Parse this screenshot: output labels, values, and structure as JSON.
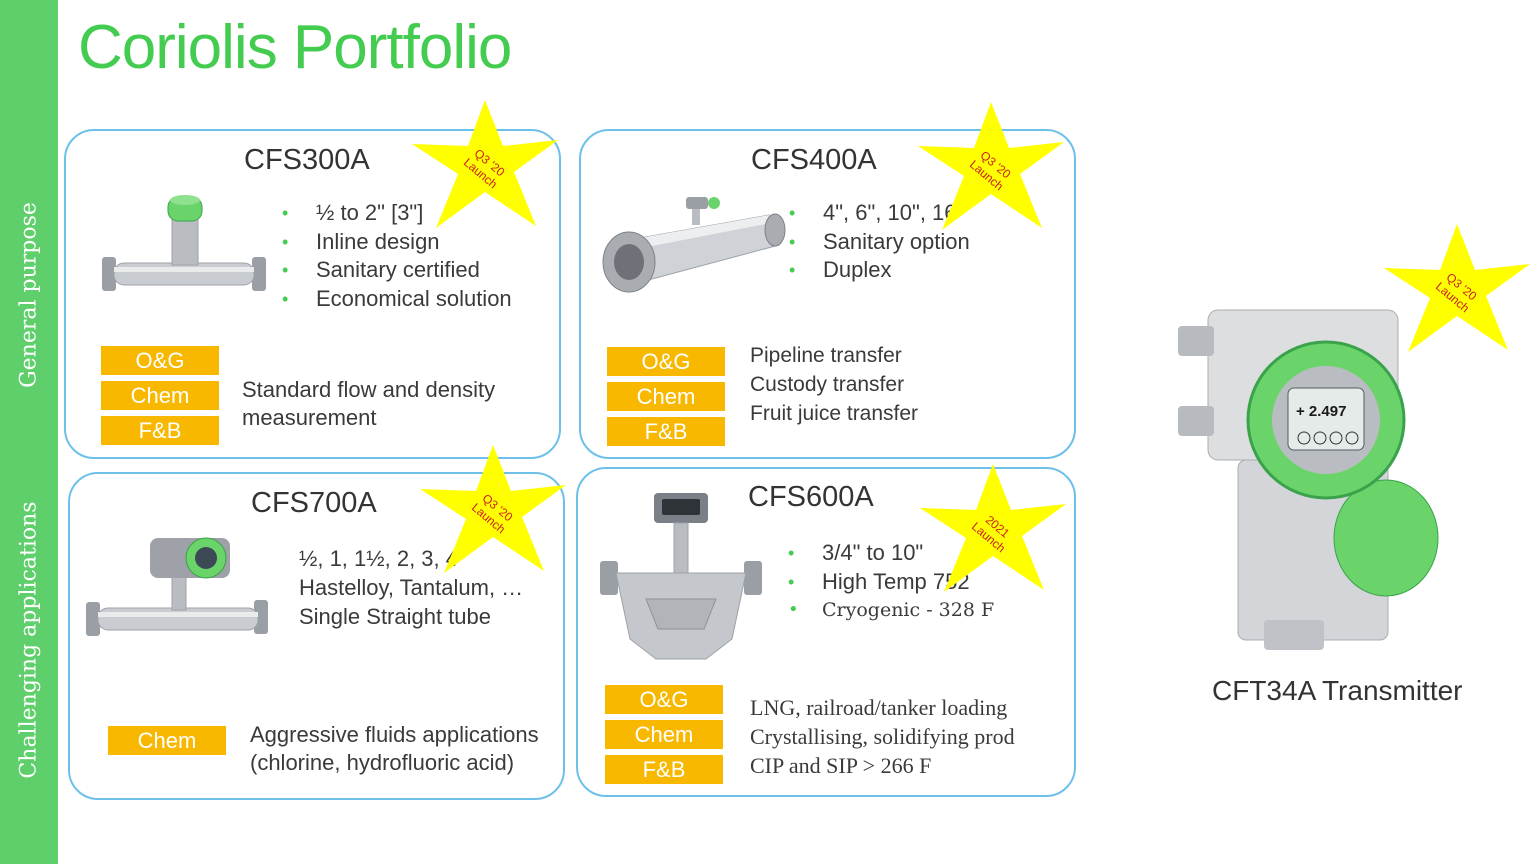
{
  "title": "Coriolis Portfolio",
  "sidebar": {
    "top_label": "General purpose",
    "bottom_label": "Challenging applications"
  },
  "colors": {
    "green": "#5fcf6c",
    "title_green": "#43cc50",
    "tag_orange": "#f8b800",
    "card_border": "#6cc0ea",
    "star_yellow": "#ffff00",
    "star_text": "#cc1f1f"
  },
  "cards": {
    "cfs300a": {
      "name": "CFS300A",
      "badge": [
        "Q3 '20",
        "Launch"
      ],
      "bullets": [
        "½ to 2\" [3\"]",
        "Inline design",
        "Sanitary certified",
        "Economical solution"
      ],
      "tags": [
        "O&G",
        "Chem",
        "F&B"
      ],
      "desc": [
        "Standard flow and density",
        "measurement"
      ]
    },
    "cfs400a": {
      "name": "CFS400A",
      "badge": [
        "Q3 '20",
        "Launch"
      ],
      "bullets": [
        "4\", 6\", 10\", 16\"",
        "Sanitary option",
        "Duplex"
      ],
      "tags": [
        "O&G",
        "Chem",
        "F&B"
      ],
      "desc": [
        "Pipeline transfer",
        "Custody transfer",
        "Fruit juice transfer"
      ]
    },
    "cfs700a": {
      "name": "CFS700A",
      "badge": [
        "Q3 '20",
        "Launch"
      ],
      "lines": [
        "½, 1, 1½, 2, 3, 4\"",
        "Hastelloy, Tantalum, …",
        "Single Straight tube"
      ],
      "tags": [
        "Chem"
      ],
      "desc": [
        "Aggressive fluids applications",
        "(chlorine, hydrofluoric acid)"
      ]
    },
    "cfs600a": {
      "name": "CFS600A",
      "badge": [
        "2021",
        "Launch"
      ],
      "bullets": [
        "3/4\" to 10\"",
        "High Temp 752",
        "Cryogenic - 328 F"
      ],
      "tags": [
        "O&G",
        "Chem",
        "F&B"
      ],
      "desc": [
        "LNG, railroad/tanker loading",
        "Crystallising, solidifying prod",
        "CIP and SIP > 266 F"
      ]
    }
  },
  "transmitter": {
    "caption": "CFT34A Transmitter",
    "badge": [
      "Q3 '20",
      "Launch"
    ],
    "display_value": "+ 2.497"
  }
}
